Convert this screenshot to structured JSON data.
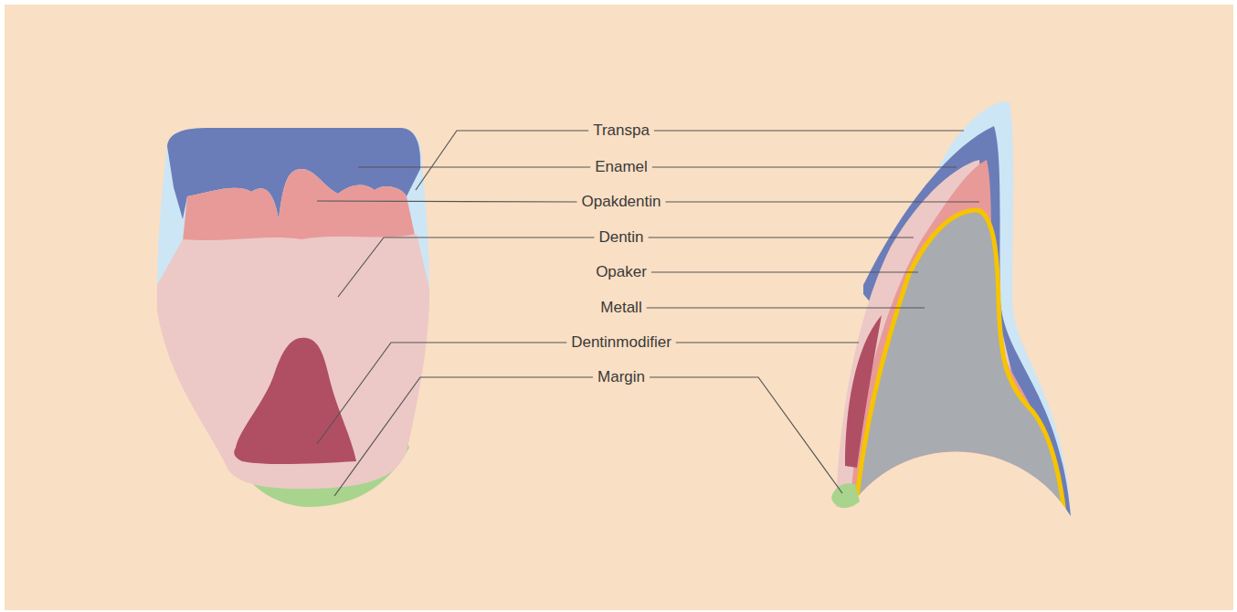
{
  "diagram": {
    "labels": [
      "Transpa",
      "Enamel",
      "Opakdentin",
      "Dentin",
      "Opaker",
      "Metall",
      "Dentinmodifier",
      "Margin"
    ]
  }
}
